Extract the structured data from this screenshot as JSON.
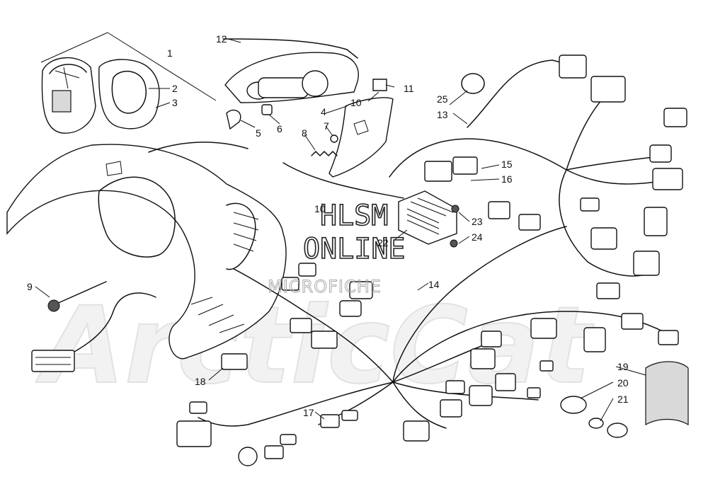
{
  "watermark": {
    "line1": "HLSM",
    "line2": "ONLINE",
    "line3": "MICROFICHE",
    "logo": "ArcticCat"
  },
  "parts": [
    {
      "num": "1"
    },
    {
      "num": "2"
    },
    {
      "num": "3"
    },
    {
      "num": "4"
    },
    {
      "num": "5"
    },
    {
      "num": "6"
    },
    {
      "num": "7"
    },
    {
      "num": "8"
    },
    {
      "num": "9"
    },
    {
      "num": "10"
    },
    {
      "num": "11"
    },
    {
      "num": "12"
    },
    {
      "num": "13"
    },
    {
      "num": "14"
    },
    {
      "num": "15"
    },
    {
      "num": "16"
    },
    {
      "num": "17"
    },
    {
      "num": "18"
    },
    {
      "num": "19"
    },
    {
      "num": "20"
    },
    {
      "num": "21"
    },
    {
      "num": "22"
    },
    {
      "num": "23"
    },
    {
      "num": "24"
    },
    {
      "num": "25"
    },
    {
      "num": "10"
    }
  ]
}
